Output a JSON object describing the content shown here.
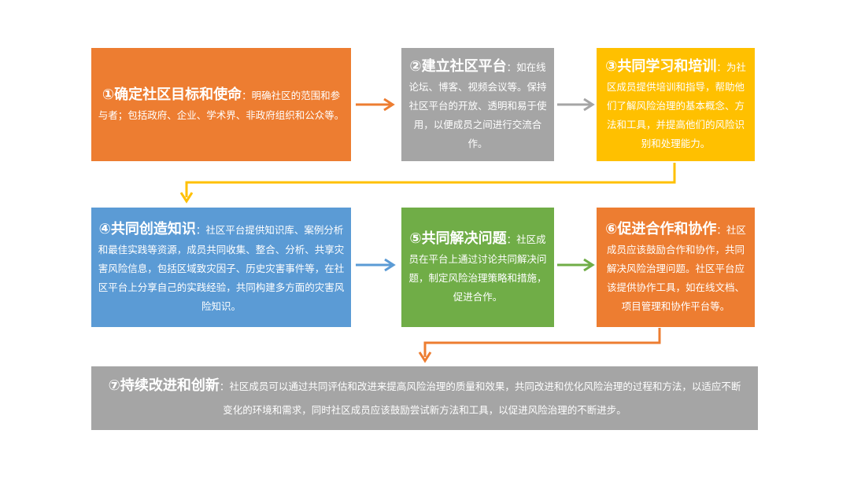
{
  "steps": [
    {
      "title": "①确定社区目标和使命",
      "text": "：明确社区的范围和参与者；包括政府、企业、学术界、非政府组织和公众等。",
      "color": "#ED7D31"
    },
    {
      "title": "②建立社区平台",
      "text": "：如在线论坛、博客、视频会议等。保持社区平台的开放、透明和易于使用，以便成员之间进行交流合作。",
      "color": "#A5A5A5"
    },
    {
      "title": "③共同学习和培训",
      "text": "：为社区成员提供培训和指导，帮助他们了解风险治理的基本概念、方法和工具，并提高他们的风险识别和处理能力。",
      "color": "#FFC000"
    },
    {
      "title": "④共同创造知识",
      "text": "：社区平台提供知识库、案例分析和最佳实践等资源，成员共同收集、整合、分析、共享灾害风险信息，包括区域致灾因子、历史灾害事件等，在社区平台上分享自己的实践经验，共同构建多方面的灾害风险知识。",
      "color": "#5B9BD5"
    },
    {
      "title": "⑤共同解决问题",
      "text": "：社区成员在平台上通过讨论共同解决问题，制定风险治理策略和措施，促进合作。",
      "color": "#70AD47"
    },
    {
      "title": "⑥促进合作和协作",
      "text": "：社区成员应该鼓励合作和协作，共同解决风险治理问题。社区平台应该提供协作工具，如在线文档、项目管理和协作平台等。",
      "color": "#ED7D31"
    },
    {
      "title": "⑦持续改进和创新",
      "text": "：社区成员可以通过共同评估和改进来提高风险治理的质量和效果，共同改进和优化风险治理的过程和方法，以适应不断变化的环境和需求，同时社区成员应该鼓励尝试新方法和工具，以促进风险治理的不断进步。",
      "color": "#A5A5A5"
    }
  ]
}
